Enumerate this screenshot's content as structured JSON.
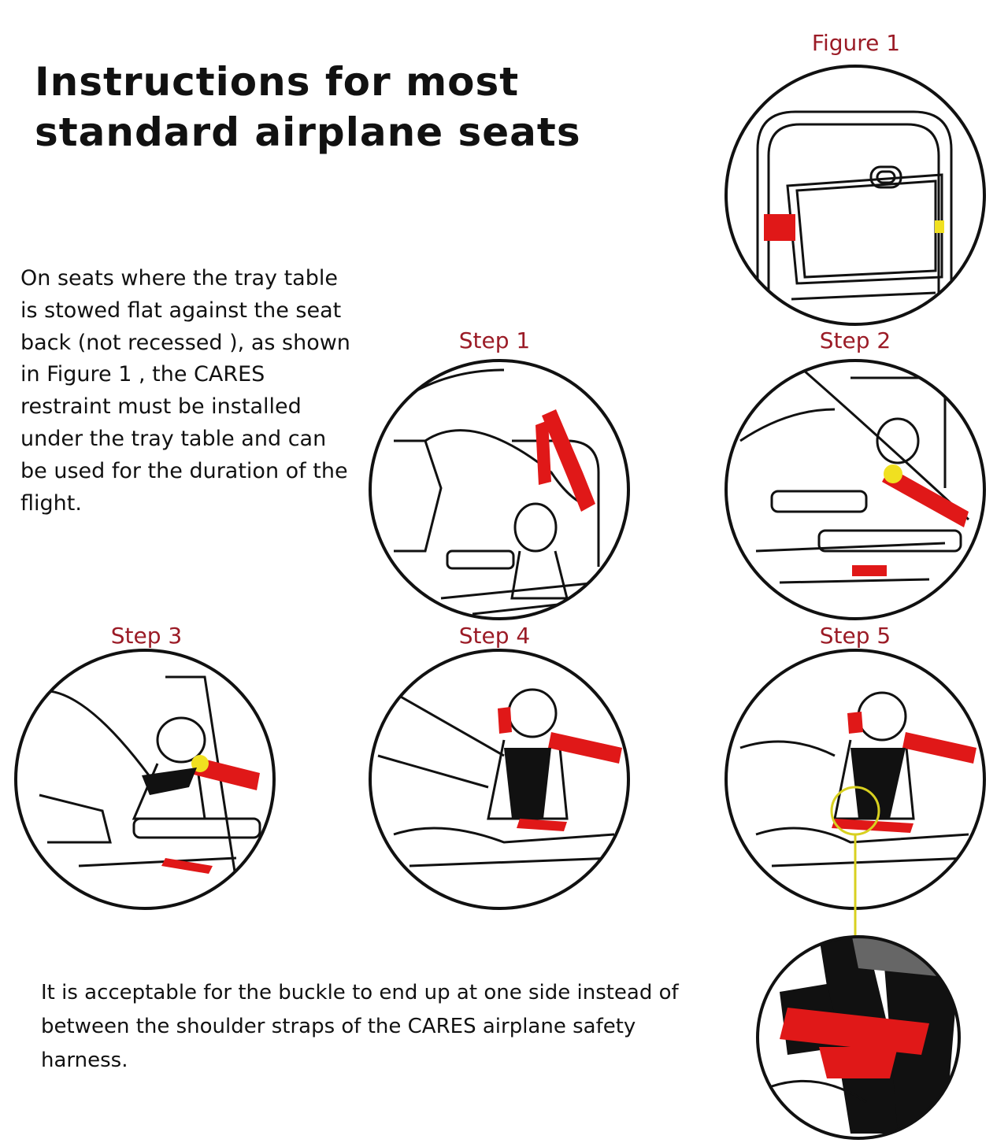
{
  "heading": "Instructions for most standard airplane seats",
  "intro": "On seats where the tray table is stowed flat against the seat back (not recessed ), as shown in Figure 1 , the CARES restraint must be installed under the tray table and can be used for the duration of the flight.",
  "note": "It is acceptable for the buckle to end up at one side instead of between the shoulder straps of the CARES airplane safety harness.",
  "captions": {
    "figure1": "Figure 1",
    "step1": "Step 1",
    "step2": "Step 2",
    "step3": "Step 3",
    "step4": "Step 4",
    "step5": "Step 5"
  },
  "colors": {
    "caption": "#9b1b26",
    "strap": "#e01818",
    "buckle": "#f0e020",
    "line": "#111111",
    "callout": "#d8d020"
  }
}
